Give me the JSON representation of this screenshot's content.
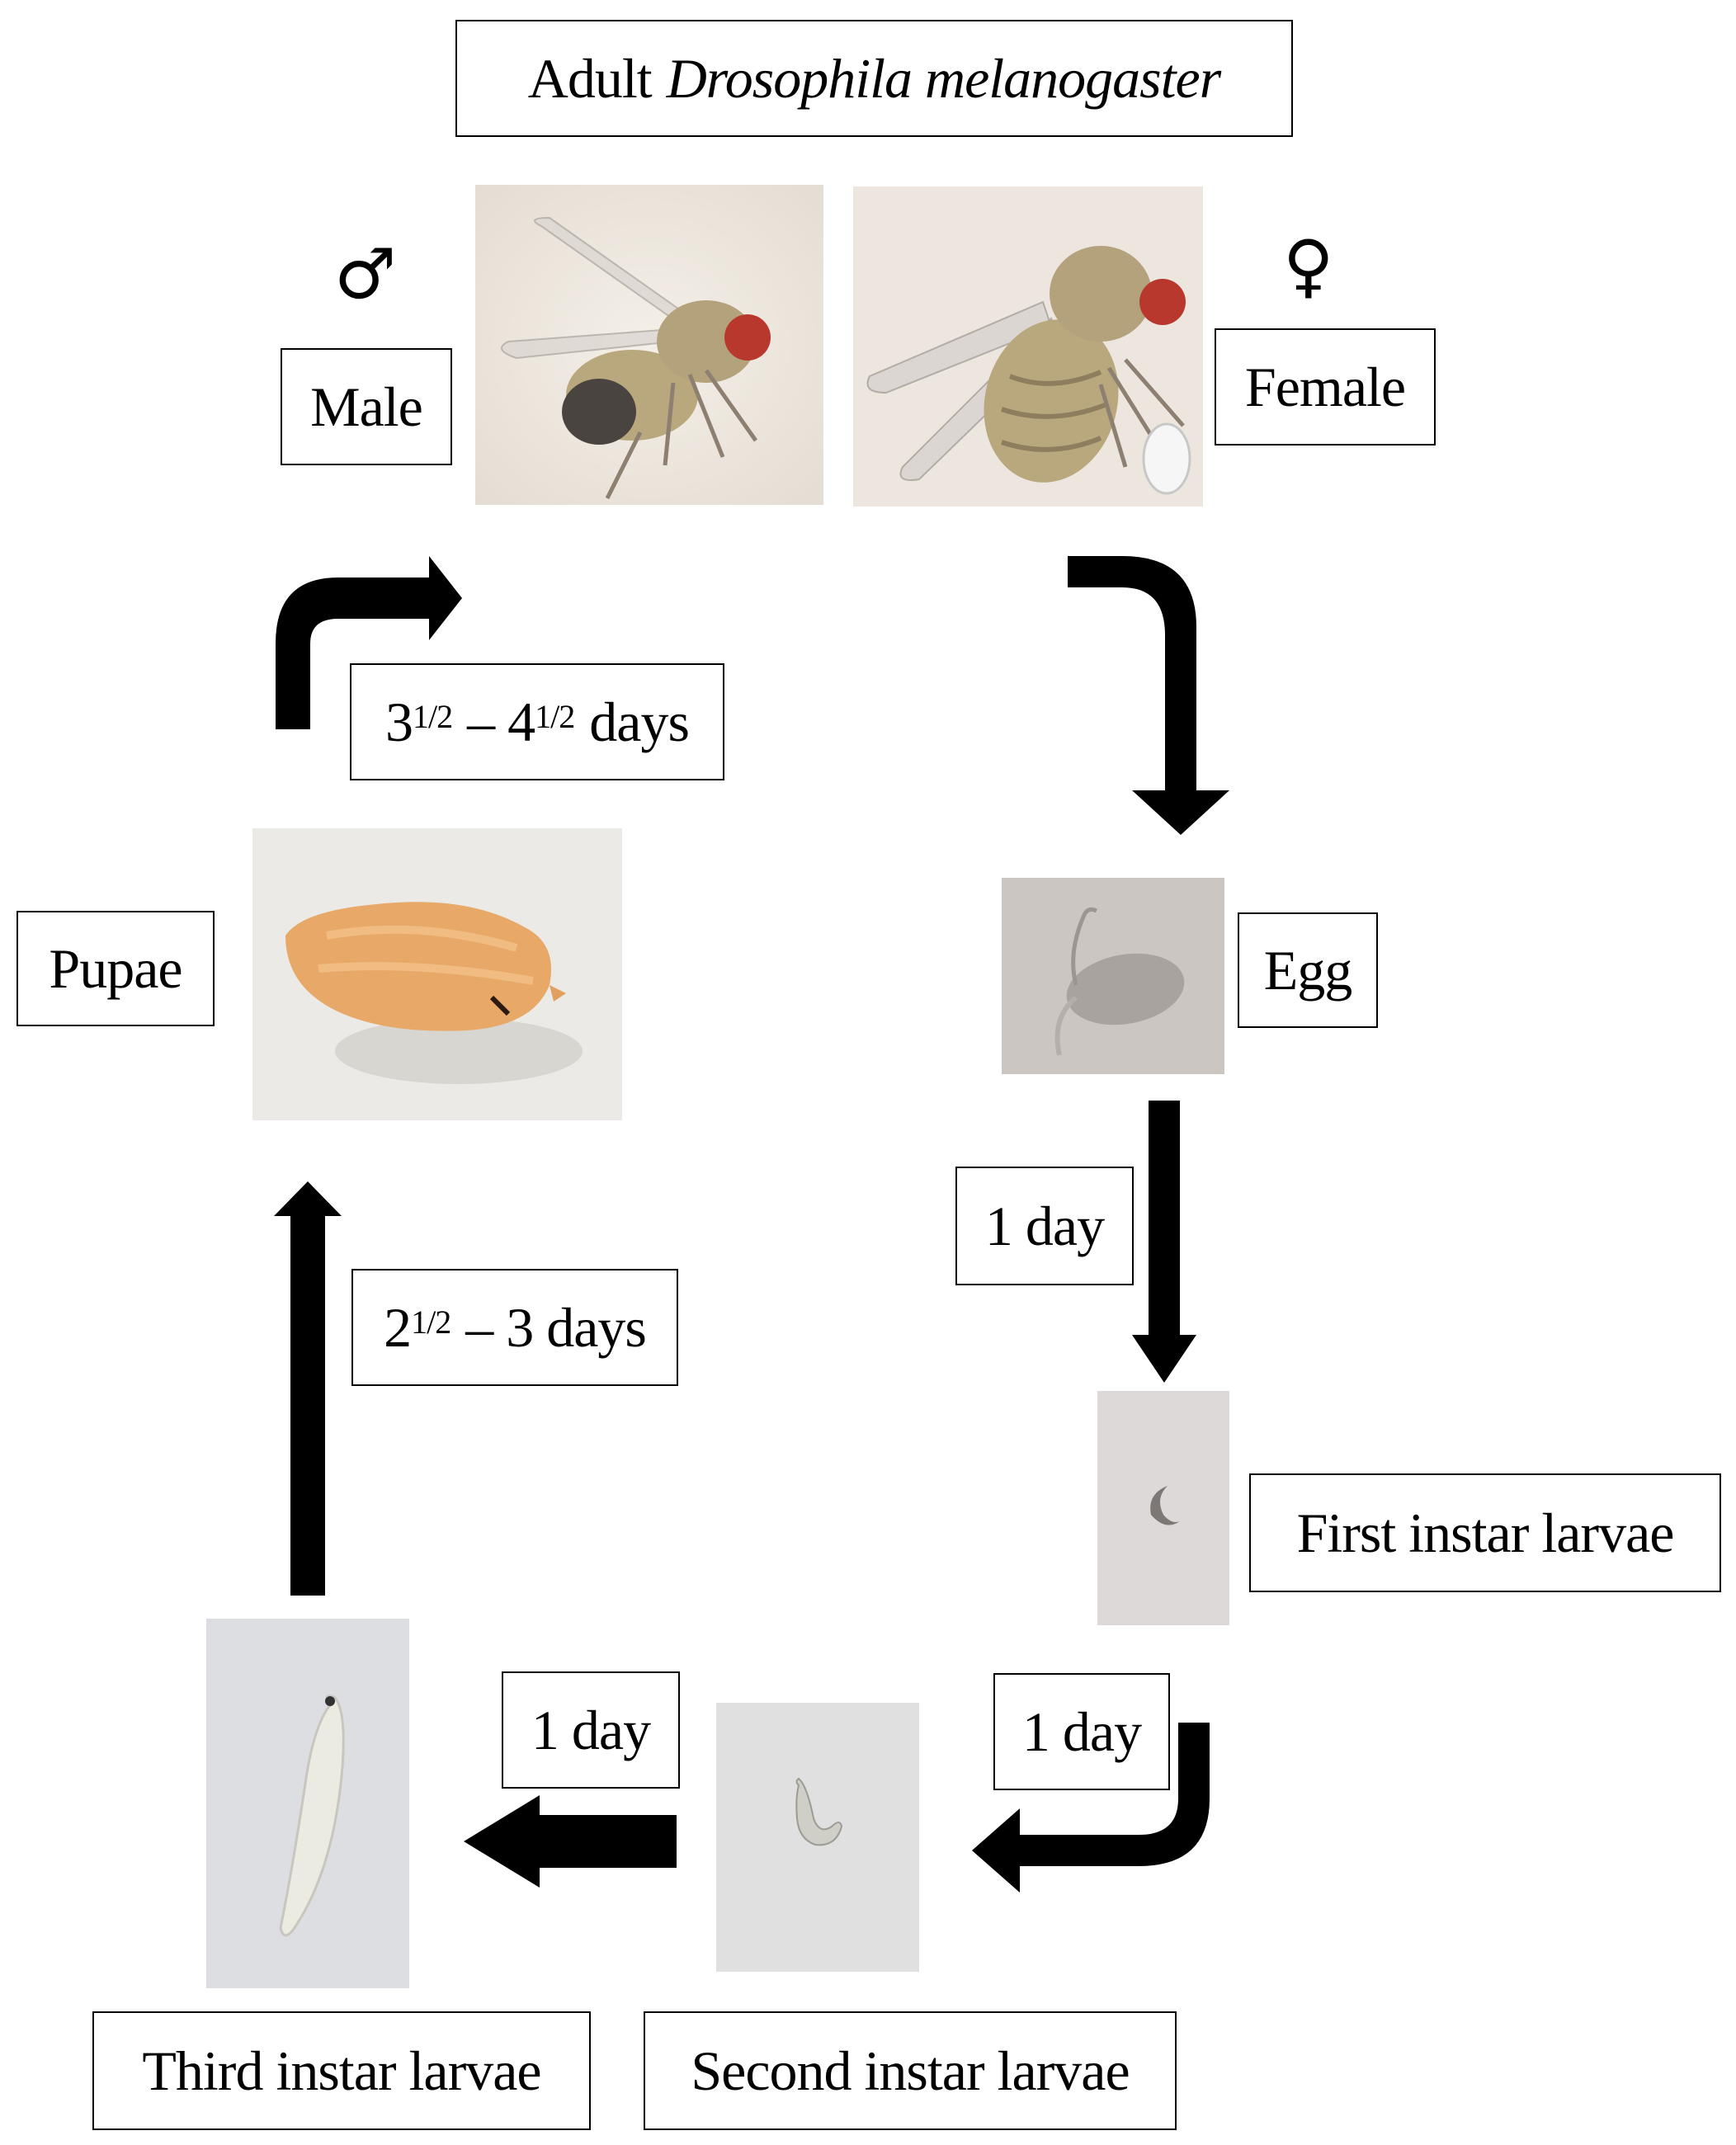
{
  "title": {
    "prefix": "Adult",
    "species": "Drosophila  melanogaster"
  },
  "labels": {
    "male": "Male",
    "female": "Female",
    "egg": "Egg",
    "first_instar": "First instar larvae",
    "second_instar": "Second instar larvae",
    "third_instar": "Third instar larvae",
    "pupae": "Pupae"
  },
  "durations": {
    "egg_to_first": "1 day",
    "first_to_second": "1 day",
    "second_to_third": "1 day",
    "third_to_pupae": {
      "whole": "2",
      "frac": "1/2",
      "rest": "– 3 days"
    },
    "pupae_to_adult": {
      "whole1": "3",
      "frac1": "1/2",
      "mid": "– 4",
      "frac2": "1/2",
      "rest": "days"
    }
  },
  "symbols": {
    "male": "♂",
    "female": "♀"
  },
  "colors": {
    "arrow": "#000000",
    "pupa": "#e8a868",
    "fly_body": "#b9a77e",
    "fly_eye": "#b8382e"
  },
  "icons": [
    "male-fly-photo",
    "female-fly-photo",
    "egg-photo",
    "first-instar-photo",
    "second-instar-photo",
    "third-instar-photo",
    "pupa-photo"
  ]
}
